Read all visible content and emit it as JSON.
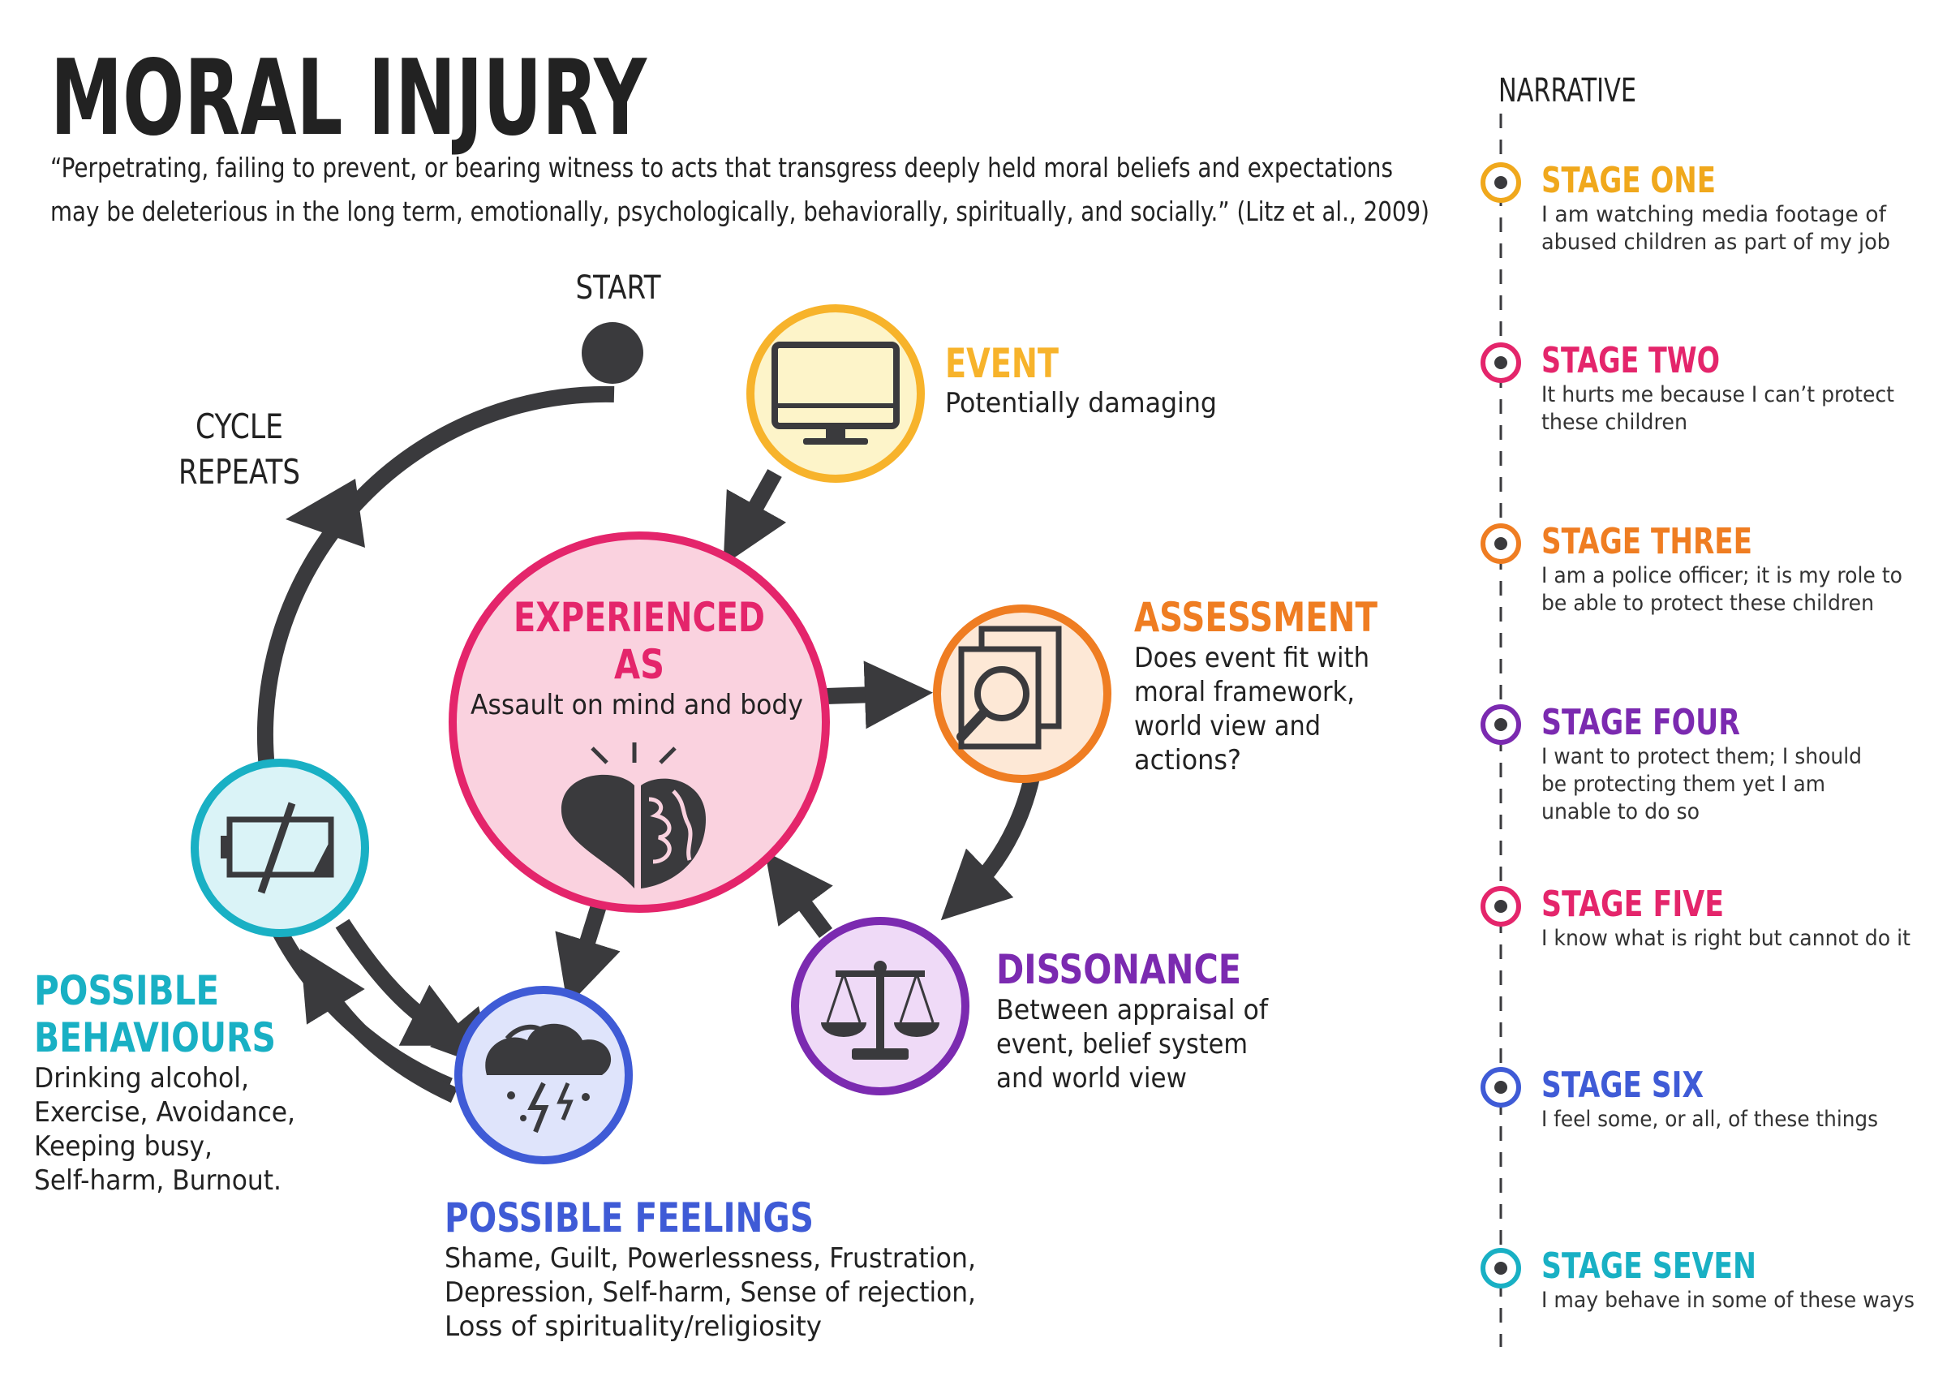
{
  "title": "MORAL INJURY",
  "quote": {
    "line1": "“Perpetrating, failing to prevent, or bearing witness to acts that transgress deeply held moral beliefs and expectations",
    "line2": "may be deleterious in the long term, emotionally, psychologically, behaviorally, spiritually, and socially.” (Litz et al., 2009)"
  },
  "cycle": {
    "start_label": "START",
    "repeat_label_line1": "CYCLE",
    "repeat_label_line2": "REPEATS"
  },
  "nodes": {
    "event": {
      "title": "EVENT",
      "description": "Potentially damaging",
      "icon": "monitor-icon",
      "color": "#f7b32b"
    },
    "experienced": {
      "title_line1": "EXPERIENCED",
      "title_line2": "AS",
      "description": "Assault on mind and body",
      "icon": "heart-brain-icon",
      "color": "#e4256b"
    },
    "assessment": {
      "title": "ASSESSMENT",
      "description_lines": [
        "Does event fit with",
        "moral framework,",
        "world view and",
        "actions?"
      ],
      "icon": "document-search-icon",
      "color": "#ef7d22"
    },
    "dissonance": {
      "title": "DISSONANCE",
      "description_lines": [
        "Between appraisal of",
        "event, belief system",
        "and world view"
      ],
      "icon": "scales-icon",
      "color": "#7b2ab0"
    },
    "feelings": {
      "title": "POSSIBLE FEELINGS",
      "description_lines": [
        "Shame, Guilt, Powerlessness, Frustration,",
        "Depression, Self-harm, Sense of rejection,",
        "Loss of spirituality/religiosity"
      ],
      "icon": "storm-cloud-icon",
      "color": "#3f5bd6"
    },
    "behaviours": {
      "title_line1": "POSSIBLE",
      "title_line2": "BEHAVIOURS",
      "description_lines": [
        "Drinking alcohol,",
        "Exercise, Avoidance,",
        "Keeping busy,",
        "Self-harm, Burnout."
      ],
      "icon": "low-battery-icon",
      "color": "#19b0c4"
    }
  },
  "narrative": {
    "heading": "NARRATIVE",
    "stages": [
      {
        "title": "STAGE ONE",
        "lines": [
          "I am watching media footage of",
          "abused children as part of my job"
        ],
        "color": "#f0a81c"
      },
      {
        "title": "STAGE TWO",
        "lines": [
          "It hurts me because I can’t protect",
          "these children"
        ],
        "color": "#e4256b"
      },
      {
        "title": "STAGE THREE",
        "lines": [
          "I am a police officer; it is my role to",
          "be able to protect these children"
        ],
        "color": "#ef7d22"
      },
      {
        "title": "STAGE FOUR",
        "lines": [
          "I want to protect them; I should",
          "be protecting them yet I am",
          "unable to do so"
        ],
        "color": "#7b2ab0"
      },
      {
        "title": "STAGE FIVE",
        "lines": [
          "I know what is right but cannot do it"
        ],
        "color": "#e4256b"
      },
      {
        "title": "STAGE SIX",
        "lines": [
          "I feel some, or all, of these things"
        ],
        "color": "#3f5bd6"
      },
      {
        "title": "STAGE SEVEN",
        "lines": [
          "I may behave in some of these ways"
        ],
        "color": "#19b0c4"
      }
    ]
  },
  "colors": {
    "text": "#222222",
    "cycle_line": "#3a3a3d"
  }
}
